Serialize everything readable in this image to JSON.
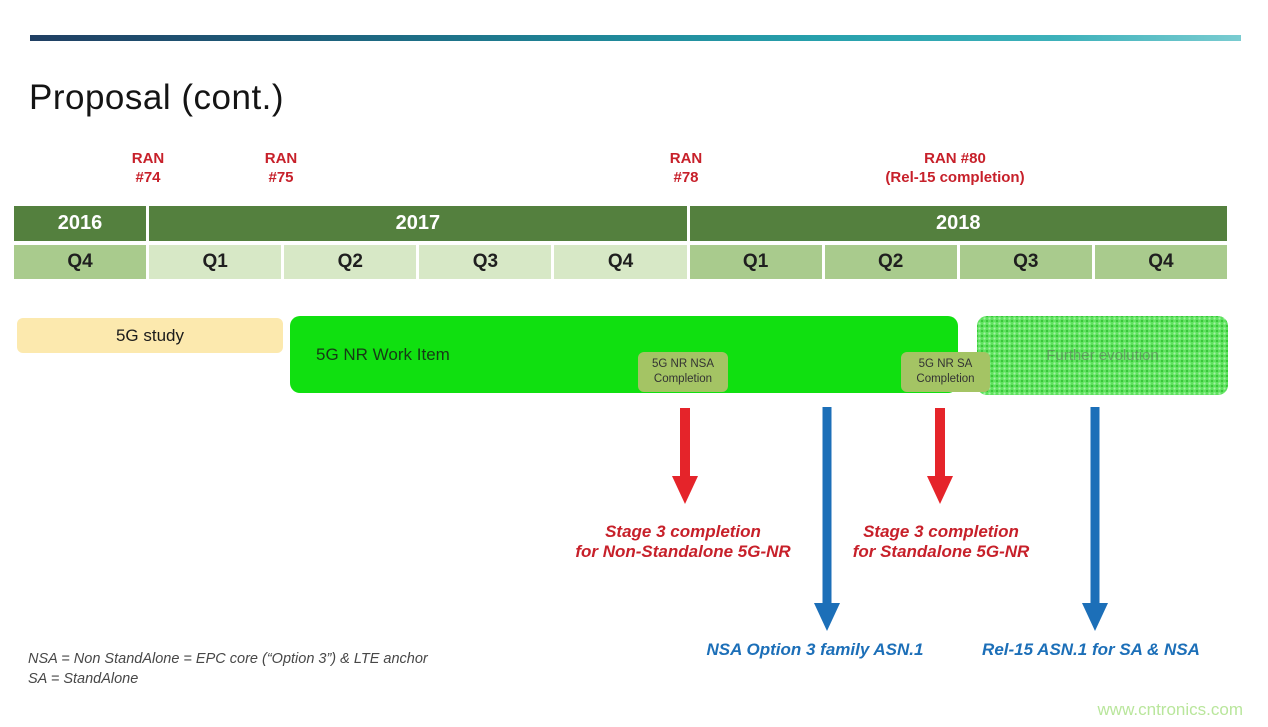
{
  "slide": {
    "title": "Proposal (cont.)"
  },
  "milestones": [
    {
      "line1": "RAN",
      "line2": "#74"
    },
    {
      "line1": "RAN",
      "line2": "#75"
    },
    {
      "line1": "RAN",
      "line2": "#78"
    },
    {
      "line1": "RAN #80",
      "line2": "(Rel-15 completion)"
    }
  ],
  "timeline": {
    "years": [
      "2016",
      "2017",
      "2018"
    ],
    "quarters": [
      "Q4",
      "Q1",
      "Q2",
      "Q3",
      "Q4",
      "Q1",
      "Q2",
      "Q3",
      "Q4"
    ]
  },
  "bars": {
    "study": "5G study",
    "work_item": "5G NR Work Item",
    "further_evolution": "Further evolution",
    "nsa_completion": {
      "line1": "5G NR NSA",
      "line2": "Completion"
    },
    "sa_completion": {
      "line1": "5G NR SA",
      "line2": "Completion"
    }
  },
  "annotations": {
    "nsa_stage3": {
      "line1": "Stage 3 completion",
      "line2": "for Non-Standalone 5G-NR"
    },
    "sa_stage3": {
      "line1": "Stage 3 completion",
      "line2": "for Standalone 5G-NR"
    },
    "nsa_asn1": "NSA Option 3  family ASN.1",
    "rel15_asn1": "Rel-15 ASN.1 for SA & NSA"
  },
  "footnotes": {
    "line1": "NSA = Non StandAlone = EPC core (“Option 3”) & LTE anchor",
    "line2": "SA = StandAlone"
  },
  "watermark": "www.cntronics.com",
  "colors": {
    "accent_red": "#c7202a",
    "arrow_red": "#e5242a",
    "accent_blue": "#1c6fb8",
    "year_header_green": "#54803e",
    "quarter_mid_green": "#a9cb8d",
    "quarter_light_green": "#d7e8c6",
    "work_item_green": "#10e010",
    "study_yellow": "#fce9ae",
    "completion_olive": "#a4c464"
  }
}
